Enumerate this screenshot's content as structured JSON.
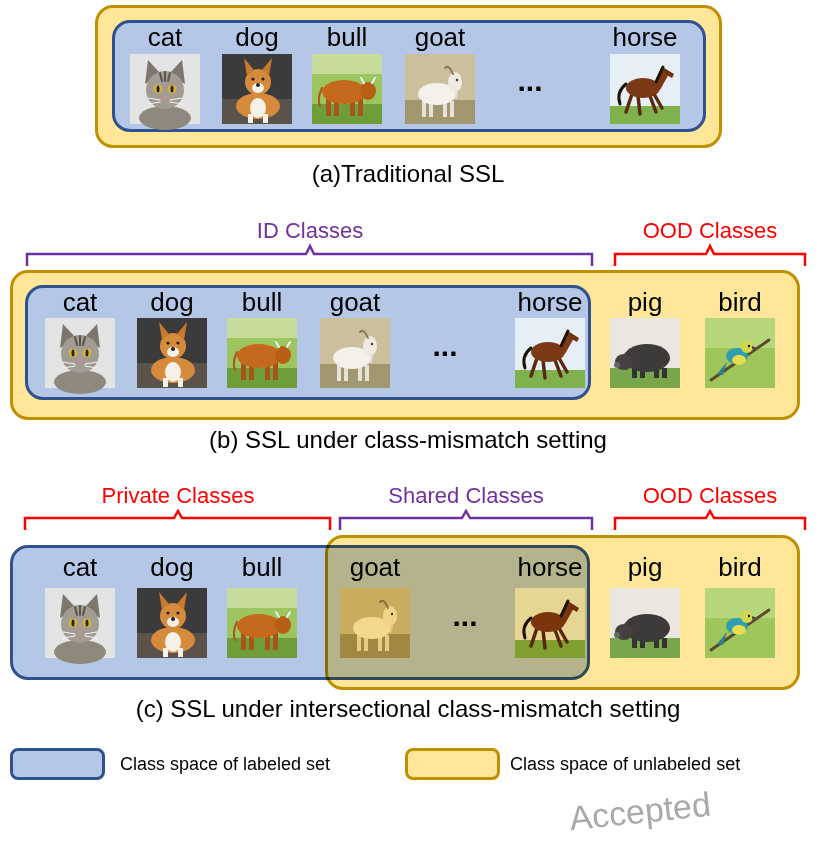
{
  "diagram": {
    "nodes": [
      {
        "text": []
      },
      {
        "text": [
          "cat",
          "dog",
          "bull",
          "goat",
          "...",
          "horse"
        ],
        "in": 0
      },
      {
        "text": [
          "pig",
          "bird"
        ]
      },
      {
        "text": [
          "cat",
          "dog",
          "bull",
          "goat",
          "...",
          "horse"
        ],
        "in": 2
      },
      {
        "text": [
          "cat",
          "dog",
          "bull"
        ]
      },
      {
        "text": [
          "goat",
          "...",
          "horse",
          "pig",
          "bird"
        ]
      }
    ],
    "labels": [
      "(a)Traditional SSL",
      "ID Classes",
      "OOD Classes",
      "(b) SSL under class-mismatch setting",
      "Private Classes",
      "Shared Classes",
      "OOD Classes",
      "(c) SSL under intersectional class-mismatch setting",
      "Accepted"
    ],
    "legend": [
      {
        "text": "Class space of labeled set",
        "color": "#b4c7e7"
      },
      {
        "text": "Class space of unlabeled set",
        "color": "#ffe699"
      }
    ]
  }
}
